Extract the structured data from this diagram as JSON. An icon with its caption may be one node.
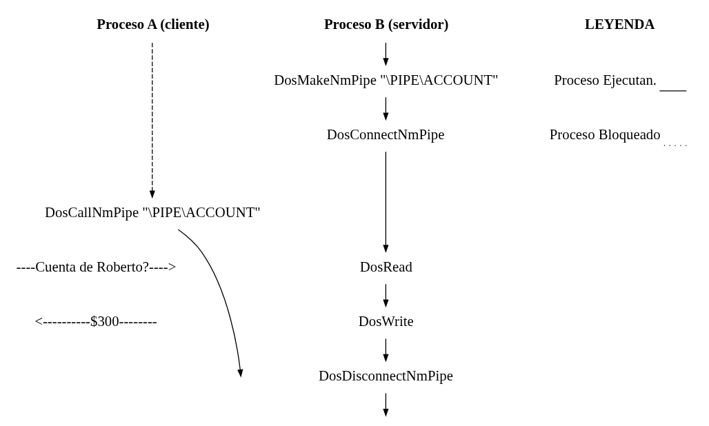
{
  "diagram": {
    "nodes": [
      {
        "text": [
          "Proceso A (cliente)"
        ]
      },
      {
        "text": [
          "Proceso B (servidor)"
        ]
      },
      {
        "text": [
          "DosMakeNmPipe \"\\PIPE\\ACCOUNT\""
        ]
      },
      {
        "text": [
          "DosConnectNmPipe"
        ]
      },
      {
        "text": [
          "DosCallNmPipe \"\\PIPE\\ACCOUNT\""
        ]
      },
      {
        "text": [
          "DosRead"
        ]
      },
      {
        "text": [
          "DosWrite"
        ]
      },
      {
        "text": [
          "DosDisconnectNmPipe"
        ]
      }
    ],
    "edges": [
      {
        "from": 0,
        "to": 4,
        "arrow": "to",
        "style": "dashed"
      },
      {
        "from": 1,
        "to": 2,
        "arrow": "to"
      },
      {
        "from": 2,
        "to": 3,
        "arrow": "to"
      },
      {
        "from": 3,
        "to": 5,
        "arrow": "to"
      },
      {
        "from": 5,
        "to": 6,
        "arrow": "to"
      },
      {
        "from": 6,
        "to": 7,
        "arrow": "to"
      },
      {
        "from": 7,
        "to": null,
        "arrow": "to"
      },
      {
        "from": 4,
        "to": null,
        "arrow": "to"
      }
    ],
    "labels": [
      "LEYENDA",
      "----Cuenta de Roberto?---->",
      "<----------$300--------"
    ],
    "legend": [
      {
        "text": "Proceso Ejecutan."
      },
      {
        "text": "Proceso Bloqueado"
      }
    ]
  }
}
